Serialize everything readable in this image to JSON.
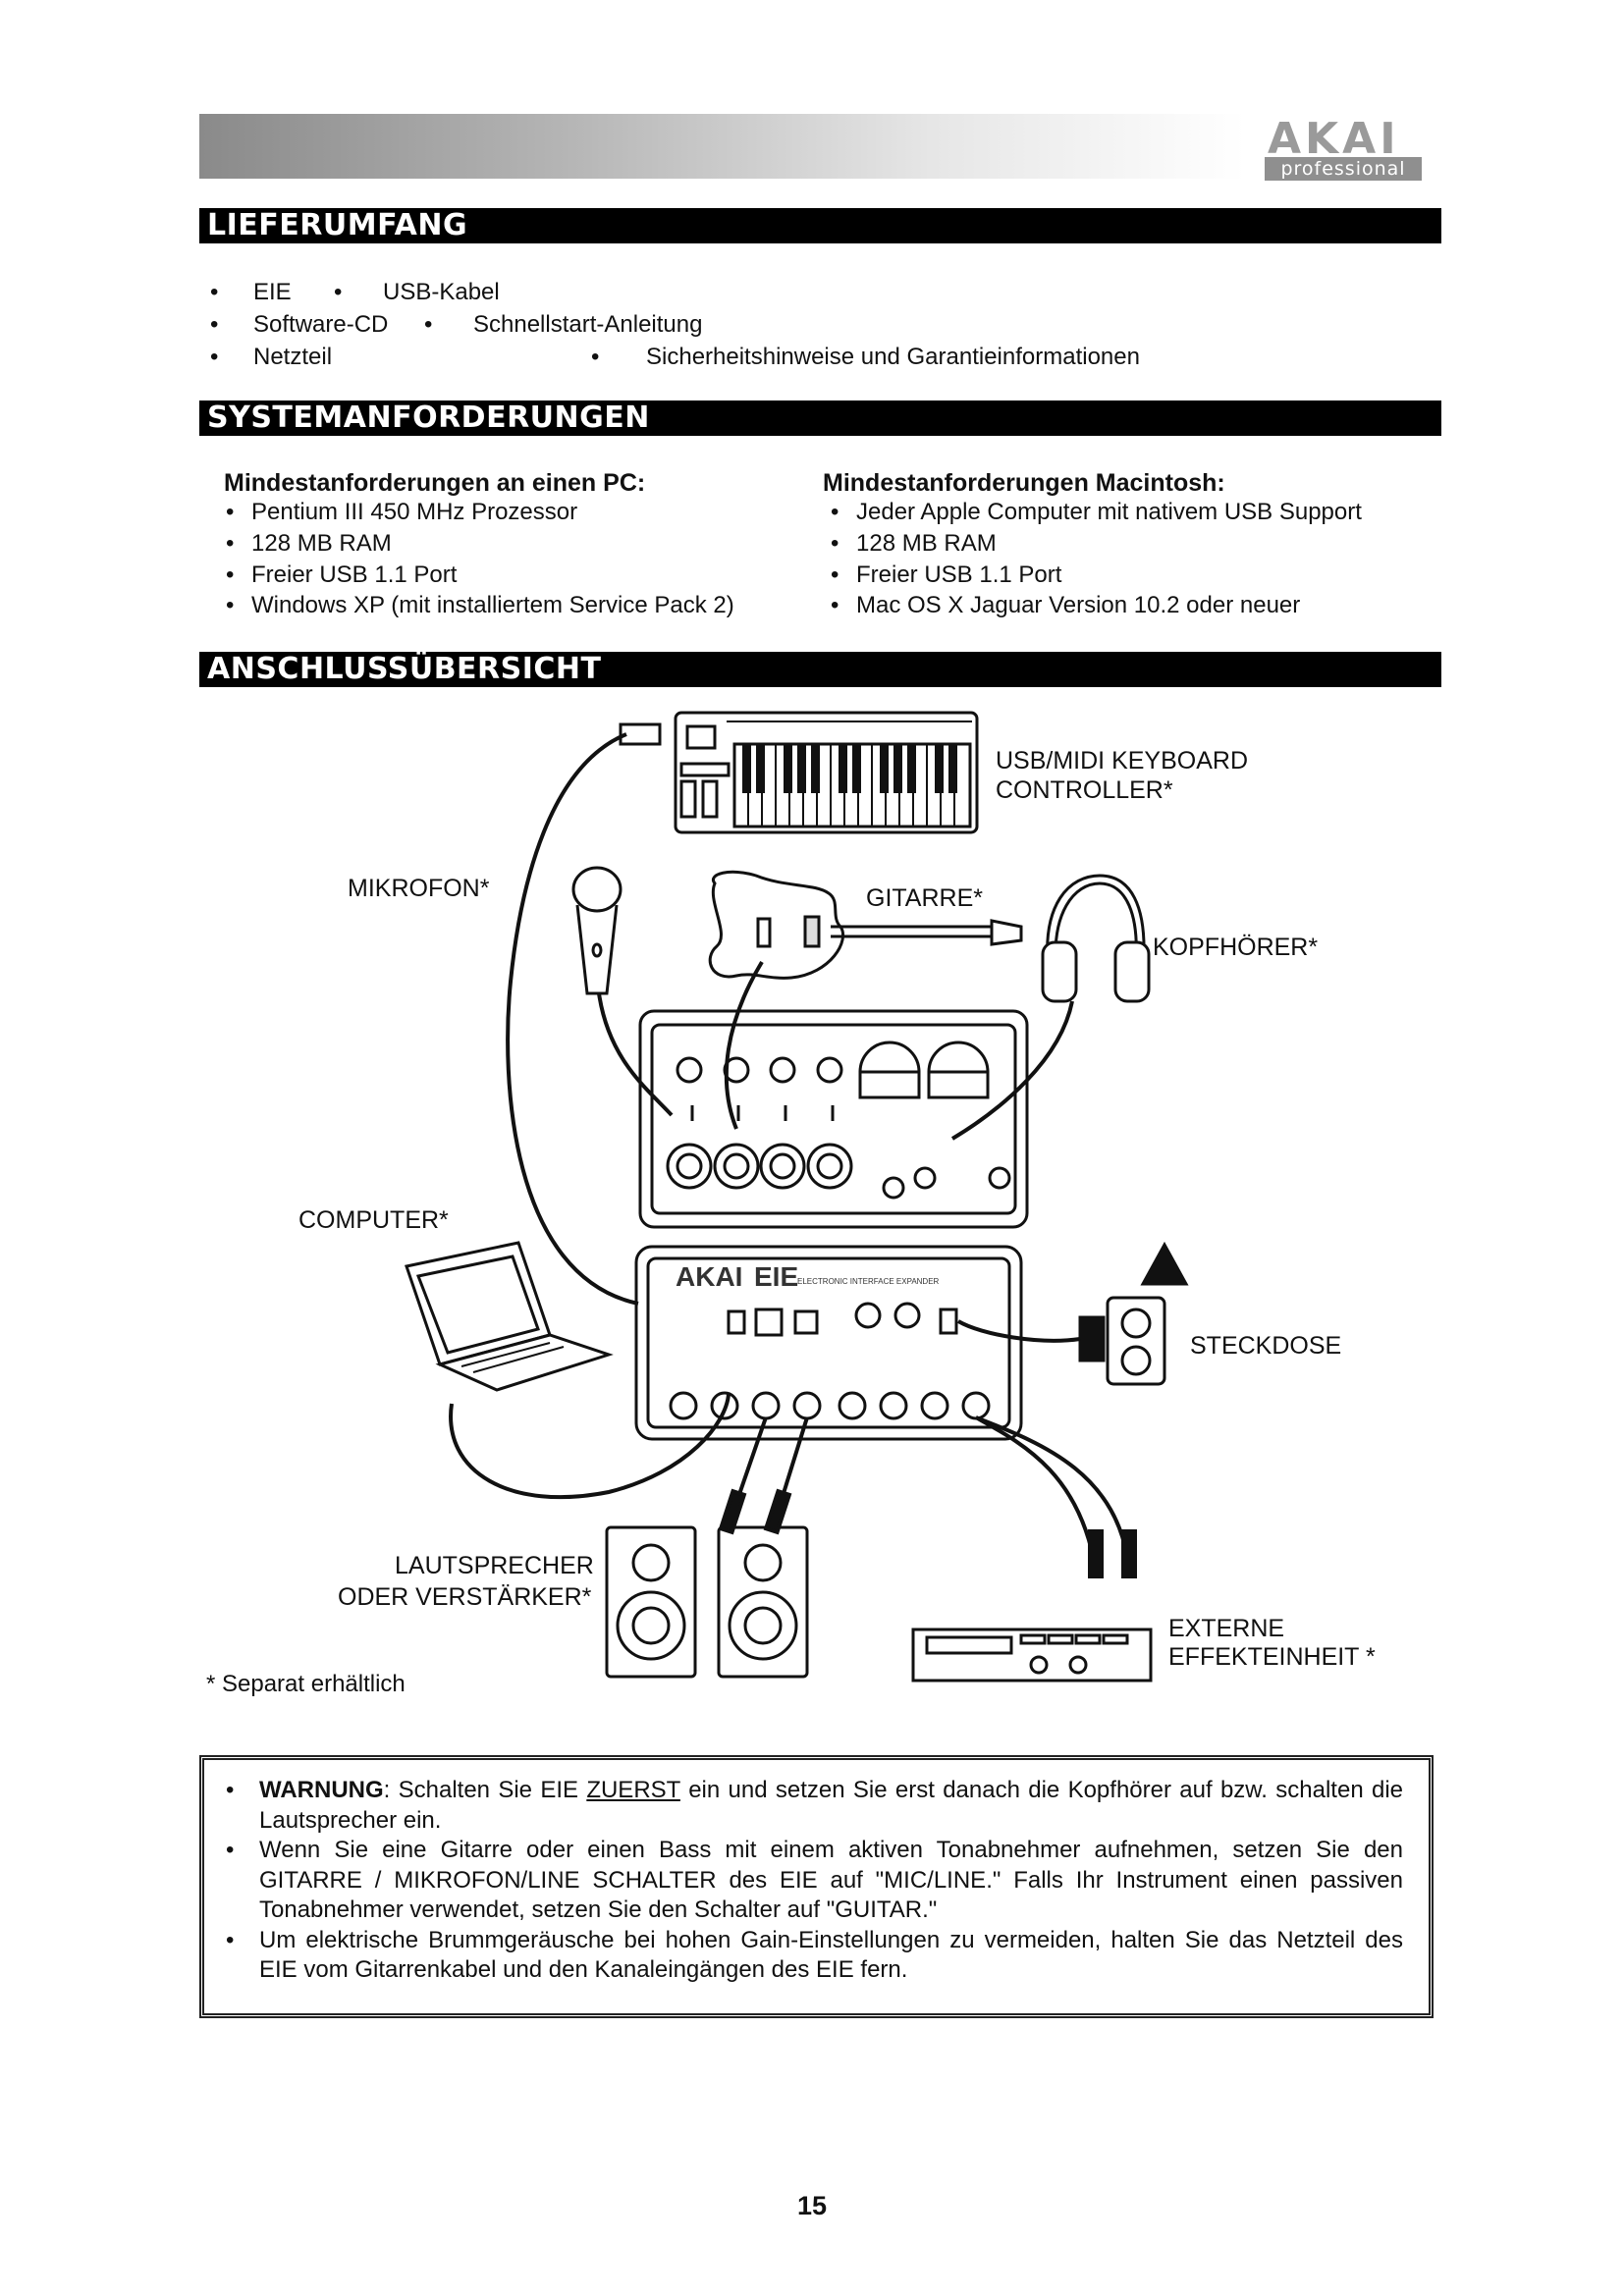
{
  "brand": {
    "word": "AKAI",
    "sub": "professional"
  },
  "sections": {
    "delivery": "LIEFERUMFANG",
    "requirements": "SYSTEMANFORDERUNGEN",
    "overview": "ANSCHLUSSÜBERSICHT"
  },
  "delivery_items": {
    "r1c1": "EIE",
    "r1c2": "USB-Kabel",
    "r2c1": "Software-CD",
    "r2c2": "Schnellstart-Anleitung",
    "r3c1": "Netzteil",
    "r3c2": "Sicherheitshinweise und Garantieinformationen"
  },
  "pc": {
    "heading": "Mindestanforderungen an einen PC:",
    "items": [
      "Pentium III 450 MHz Prozessor",
      "128 MB RAM",
      "Freier USB 1.1 Port",
      "Windows XP (mit installiertem Service Pack 2)"
    ]
  },
  "mac": {
    "heading": "Mindestanforderungen Macintosh:",
    "items": [
      "Jeder Apple Computer mit nativem USB Support",
      "128 MB RAM",
      "Freier USB 1.1 Port",
      "Mac OS X Jaguar Version 10.2 oder neuer"
    ]
  },
  "diagram": {
    "keyboard_1": "USB/MIDI KEYBOARD",
    "keyboard_2": "CONTROLLER*",
    "mic": "MIKROFON*",
    "guitar": "GITARRE*",
    "headphones": "KOPFHÖRER*",
    "computer": "COMPUTER*",
    "outlet": "STECKDOSE",
    "speakers_1": "LAUTSPRECHER",
    "speakers_2": "ODER VERSTÄRKER*",
    "fx_1": "EXTERNE",
    "fx_2": "EFFEKTEINHEIT *",
    "device_brand": "AKAI",
    "device_model": "EIE",
    "device_sub": "ELECTRONIC INTERFACE EXPANDER"
  },
  "footnote": "* Separat erhältlich",
  "warnings": {
    "w1_bold": "WARNUNG",
    "w1_a": ": Schalten Sie EIE ",
    "w1_u": "ZUERST",
    "w1_b": " ein und setzen Sie erst danach die Kopfhörer auf bzw. schalten die Lautsprecher ein.",
    "w2": "Wenn Sie eine Gitarre oder einen Bass mit einem aktiven Tonabnehmer aufnehmen, setzen Sie den GITARRE / MIKROFON/LINE SCHALTER des EIE auf \"MIC/LINE.\" Falls Ihr Instrument einen passiven Tonabnehmer verwendet, setzen Sie den Schalter auf \"GUITAR.\"",
    "w3": "Um elektrische Brummgeräusche bei hohen Gain-Einstellungen zu vermeiden, halten Sie das Netzteil des EIE vom Gitarrenkabel und den Kanaleingängen des EIE fern."
  },
  "page_number": "15"
}
